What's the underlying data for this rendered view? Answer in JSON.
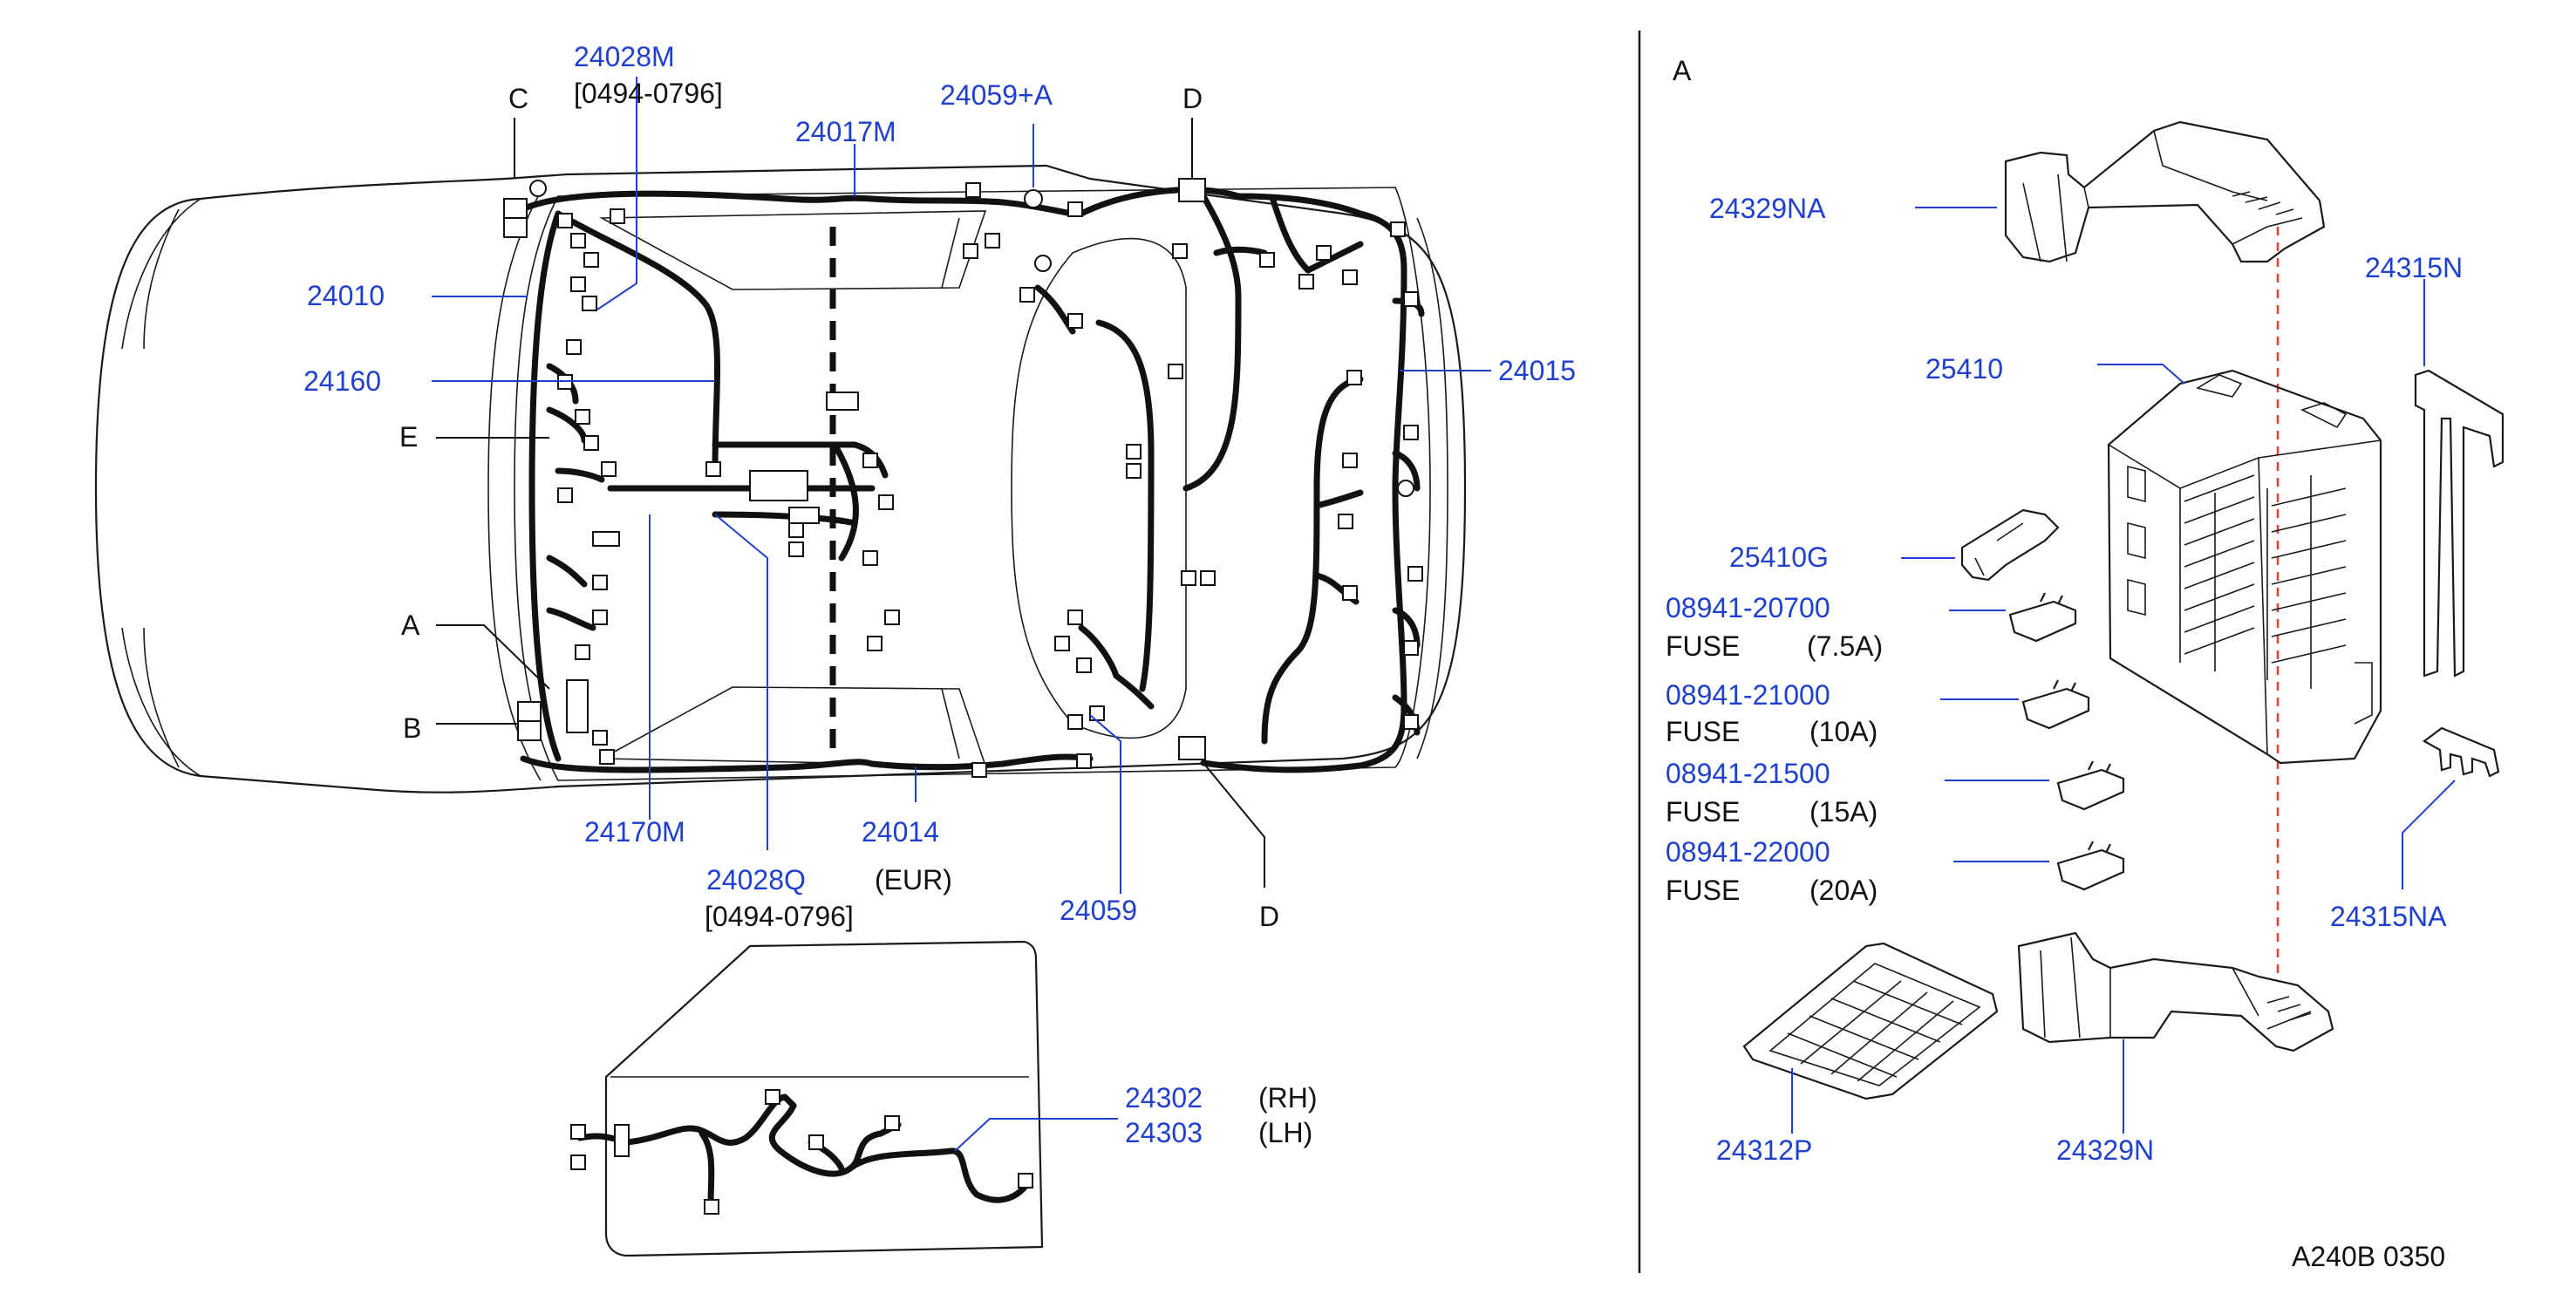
{
  "labels": {
    "p24028M": "24028M",
    "range_top": "[0494-0796]",
    "c": "C",
    "p24059A": "24059+A",
    "p24017M": "24017M",
    "d_top": "D",
    "p24010": "24010",
    "p24160": "24160",
    "p24015": "24015",
    "e": "E",
    "a": "A",
    "b": "B",
    "p24170M": "24170M",
    "p24014": "24014",
    "p24028Q": "24028Q",
    "eur": "(EUR)",
    "range_bottom": "[0494-0796]",
    "p24059": "24059",
    "d_bottom": "D",
    "p24302": "24302",
    "rh": "(RH)",
    "p24303": "24303",
    "lh": "(LH)"
  },
  "detail": {
    "title": "A",
    "p24329NA": "24329NA",
    "p24315N": "24315N",
    "p25410": "25410",
    "p25410G": "25410G",
    "fuses": [
      {
        "part": "08941-20700",
        "name": "FUSE",
        "rating": "(7.5A)"
      },
      {
        "part": "08941-21000",
        "name": "FUSE",
        "rating": "(10A)"
      },
      {
        "part": "08941-21500",
        "name": "FUSE",
        "rating": "(15A)"
      },
      {
        "part": "08941-22000",
        "name": "FUSE",
        "rating": "(20A)"
      }
    ],
    "p24315NA": "24315NA",
    "p24312P": "24312P",
    "p24329N": "24329N"
  },
  "footer": {
    "code": "A240B  0350"
  },
  "colors": {
    "part_number": "#1f3fd0",
    "text": "#111111",
    "guide_line": "#e0403a"
  }
}
